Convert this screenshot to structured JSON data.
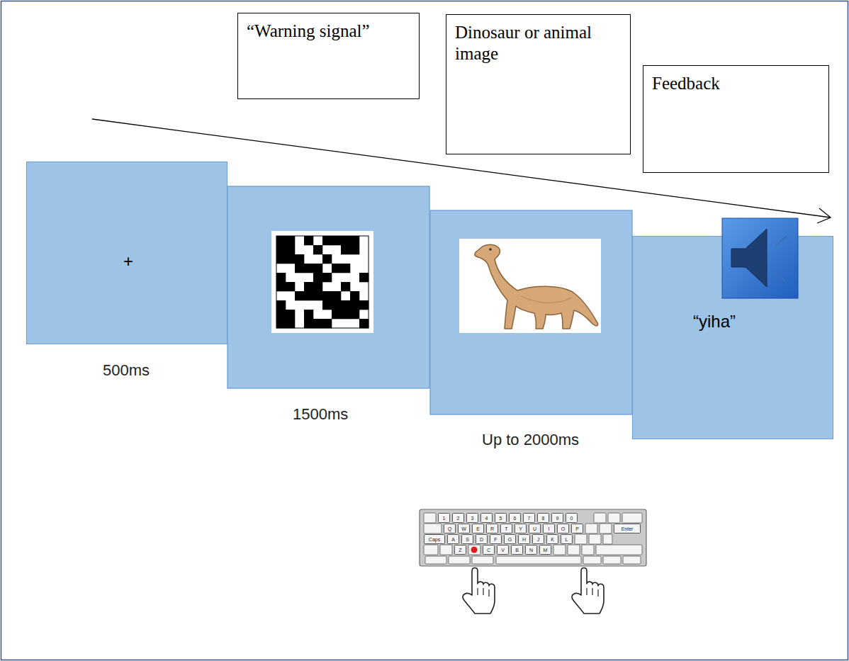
{
  "diagram": {
    "nodes": [
      {
        "text": [
          "“Warning signal”"
        ]
      },
      {
        "text": [
          "Dinosaur or animal image"
        ]
      },
      {
        "text": [
          "Feedback"
        ]
      },
      {
        "text": [
          "+"
        ]
      },
      {
        "text": [
          "“yiha”"
        ]
      }
    ],
    "labels": [
      "500ms",
      "1500ms",
      "Up to 2000ms",
      "1",
      "2",
      "3",
      "4",
      "5",
      "6",
      "7",
      "8",
      "9",
      "0",
      "Q",
      "W",
      "E",
      "R",
      "T",
      "Y",
      "U",
      "I",
      "O",
      "P",
      "Enter",
      "Caps",
      "A",
      "S",
      "D",
      "F",
      "G",
      "H",
      "J",
      "K",
      "L",
      "Z",
      "C",
      "V",
      "B",
      "N",
      "M"
    ]
  }
}
